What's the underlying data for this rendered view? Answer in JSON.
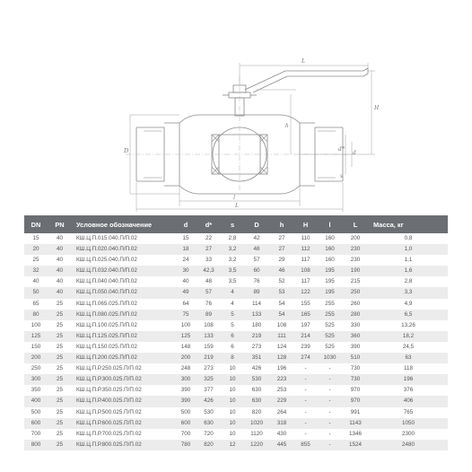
{
  "drawing": {
    "labels": {
      "H": "H",
      "h": "h",
      "L_top": "L",
      "D": "D",
      "d": "d",
      "d_star": "d*",
      "s": "s",
      "l": "l",
      "L_bottom": "L"
    },
    "colors": {
      "stroke": "#8a8a8a",
      "dim": "#a0a0a0"
    }
  },
  "table": {
    "columns": [
      "DN",
      "PN",
      "Условное обозначение",
      "d",
      "d*",
      "s",
      "D",
      "h",
      "H",
      "l",
      "L",
      "Масса, кг"
    ],
    "rows": [
      [
        "15",
        "40",
        "КШ.Ц.П.015.040.П/П.02",
        "15",
        "22",
        "2,8",
        "42",
        "27",
        "110",
        "160",
        "200",
        "0,8"
      ],
      [
        "20",
        "40",
        "КШ.Ц.П.020.040.П/П.02",
        "18",
        "27",
        "3,2",
        "48",
        "27",
        "112",
        "160",
        "230",
        "1,0"
      ],
      [
        "25",
        "40",
        "КШ.Ц.П.025.040.П/П.02",
        "24",
        "33",
        "3,2",
        "57",
        "29",
        "117",
        "160",
        "230",
        "1,1"
      ],
      [
        "32",
        "40",
        "КШ.Ц.П.032.040.П/П.02",
        "30",
        "42,3",
        "3,5",
        "60",
        "46",
        "108",
        "195",
        "190",
        "1,6"
      ],
      [
        "40",
        "40",
        "КШ.Ц.П.040.040.П/П.02",
        "40",
        "48",
        "3,5",
        "76",
        "52",
        "117",
        "195",
        "215",
        "2,8"
      ],
      [
        "50",
        "40",
        "КШ.Ц.П.050.040.П/П.02",
        "49",
        "57",
        "4",
        "89",
        "53",
        "122",
        "195",
        "250",
        "3,3"
      ],
      [
        "65",
        "25",
        "КШ.Ц.П.065.025.П/П.02",
        "64",
        "76",
        "4",
        "114",
        "54",
        "155",
        "255",
        "260",
        "4,9"
      ],
      [
        "80",
        "25",
        "КШ.Ц.П.080.025.П/П.02",
        "75",
        "89",
        "5",
        "133",
        "54",
        "165",
        "255",
        "280",
        "6,5"
      ],
      [
        "100",
        "25",
        "КШ.Ц.П.100.025.П/П.02",
        "100",
        "108",
        "5",
        "180",
        "108",
        "197",
        "525",
        "330",
        "13,26"
      ],
      [
        "125",
        "25",
        "КШ.Ц.П.125.025.П/П.02",
        "125",
        "133",
        "6",
        "219",
        "111",
        "214",
        "525",
        "360",
        "18,2"
      ],
      [
        "150",
        "25",
        "КШ.Ц.П.150.025.П/П.02",
        "148",
        "159",
        "6",
        "273",
        "124",
        "239",
        "525",
        "390",
        "24,5"
      ],
      [
        "200",
        "25",
        "КШ.Ц.П.200.025.П/П.02",
        "200",
        "219",
        "8",
        "351",
        "128",
        "274",
        "1030",
        "510",
        "63"
      ],
      [
        "250",
        "25",
        "КШ.Ц.П.Р.250.025.П/П.02",
        "248",
        "273",
        "10",
        "426",
        "196",
        "-",
        "-",
        "730",
        "118"
      ],
      [
        "300",
        "25",
        "КШ.Ц.П.Р.300.025.П/П.02",
        "300",
        "325",
        "10",
        "530",
        "223",
        "-",
        "-",
        "730",
        "196"
      ],
      [
        "350",
        "25",
        "КШ.Ц.П.Р.350.025.П/П.02",
        "390",
        "377",
        "10",
        "630",
        "253",
        "-",
        "-",
        "970",
        "376"
      ],
      [
        "400",
        "25",
        "КШ.Ц.П.Р.400.025.П/П.02",
        "390",
        "426",
        "10",
        "630",
        "229",
        "-",
        "-",
        "970",
        "406"
      ],
      [
        "500",
        "25",
        "КШ.Ц.П.Р.500.025.П/П.02",
        "500",
        "530",
        "10",
        "820",
        "264",
        "-",
        "-",
        "991",
        "765"
      ],
      [
        "600",
        "25",
        "КШ.Ц.П.Р.600.025.П/П.02",
        "600",
        "630",
        "10",
        "1020",
        "318",
        "-",
        "-",
        "1143",
        "1050"
      ],
      [
        "700",
        "25",
        "КШ.Ц.П.Р.700.025.П/П.02",
        "700",
        "720",
        "10",
        "1120",
        "430",
        "-",
        "-",
        "1346",
        "2300"
      ],
      [
        "800",
        "25",
        "КШ.Ц.П.Р.800.025.П/П.02",
        "780",
        "820",
        "12",
        "1220",
        "445",
        "855",
        "-",
        "1524",
        "2480"
      ]
    ]
  }
}
